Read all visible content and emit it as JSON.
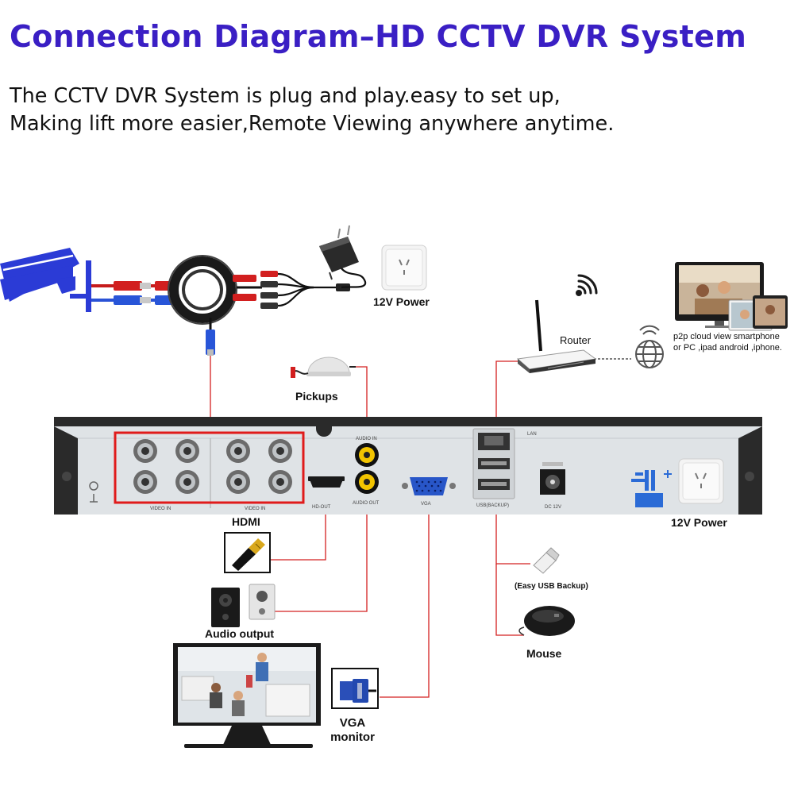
{
  "title": "Connection Diagram–HD CCTV DVR System",
  "subtitle": {
    "line1": "The CCTV DVR System is plug and play.easy to set up,",
    "line2": "Making lift more easier,Remote Viewing anywhere anytime."
  },
  "labels": {
    "power_top": "12V Power",
    "router": "Router",
    "cloud_line1": "p2p cloud view smartphone",
    "cloud_line2": "or PC ,ipad android ,iphone.",
    "pickups": "Pickups",
    "hdmi": "HDMI",
    "audio_output": "Audio output",
    "usb_backup": "(Easy USB Backup)",
    "mouse": "Mouse",
    "power_right": "12V Power",
    "vga_line1": "VGA",
    "vga_line2": "monitor"
  },
  "panel": {
    "video_in_left": "VIDEO IN",
    "video_in_right": "VIDEO IN",
    "audio_in": "AUDIO IN",
    "audio_out": "AUDIO OUT",
    "hd_out": "HD-OUT",
    "vga": "VGA",
    "lan": "LAN",
    "usb_backup": "USB(BACKUP)",
    "dc12v": "DC 12V"
  },
  "colors": {
    "title": "#3a1fc4",
    "camera": "#2b3bd6",
    "wire": "#d42020",
    "panel": "#dfe3e6"
  }
}
